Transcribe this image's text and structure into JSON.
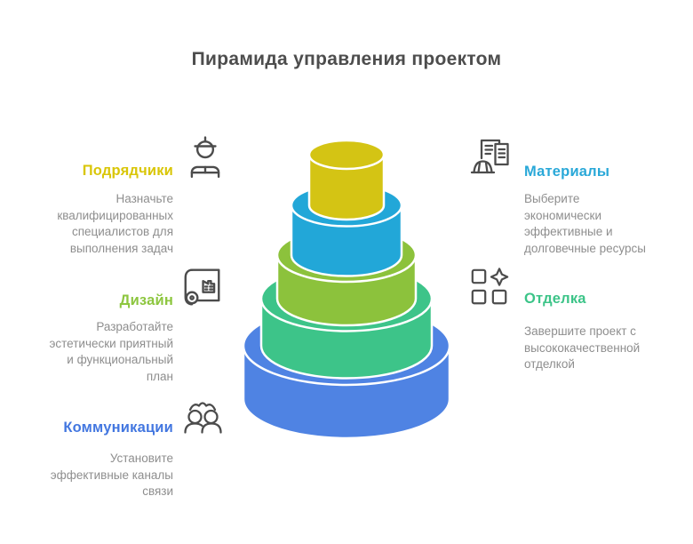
{
  "title": "Пирамида управления проектом",
  "colors": {
    "title_text": "#4d4d4d",
    "body_text": "#8e8e8e",
    "icon_stroke": "#4c4c4c",
    "tier_outline": "#ffffff"
  },
  "sections": {
    "left": [
      {
        "id": "contractors",
        "label": "Подрядчики",
        "color": "#d9c607",
        "icon": "worker-helmet-icon",
        "description": "Назначьте\nквалифицированных\nспециалистов для\nвыполнения задач"
      },
      {
        "id": "design",
        "label": "Дизайн",
        "color": "#8dc63f",
        "icon": "blueprint-icon",
        "description": "Разработайте\nэстетически приятный\nи функциональный\nплан"
      },
      {
        "id": "communications",
        "label": "Коммуникации",
        "color": "#4377e0",
        "icon": "people-icon",
        "description": "Установите\nэффективные каналы\nсвязи"
      }
    ],
    "right": [
      {
        "id": "materials",
        "label": "Материалы",
        "color": "#29a8d8",
        "icon": "building-helmet-icon",
        "description": "Выберите\nэкономически\nэффективные и\nдолговечные ресурсы"
      },
      {
        "id": "finishing",
        "label": "Отделка",
        "color": "#3cc488",
        "icon": "squares-sparkle-icon",
        "description": "Завершите проект с\nвысококачественной\nотделкой"
      }
    ]
  },
  "pyramid": {
    "type": "stacked-cylinder-pyramid",
    "levels": 5,
    "tiers": [
      {
        "level": 1,
        "position": "top",
        "color": "#d4c414",
        "linked_label": "Подрядчики"
      },
      {
        "level": 2,
        "position": "upper-middle",
        "color": "#22a7d8",
        "linked_label": "Материалы"
      },
      {
        "level": 3,
        "position": "middle",
        "color": "#8cc23c",
        "linked_label": "Дизайн"
      },
      {
        "level": 4,
        "position": "lower-middle",
        "color": "#3dc489",
        "linked_label": "Отделка"
      },
      {
        "level": 5,
        "position": "bottom",
        "color": "#4f83e3",
        "linked_label": "Коммуникации"
      }
    ]
  }
}
